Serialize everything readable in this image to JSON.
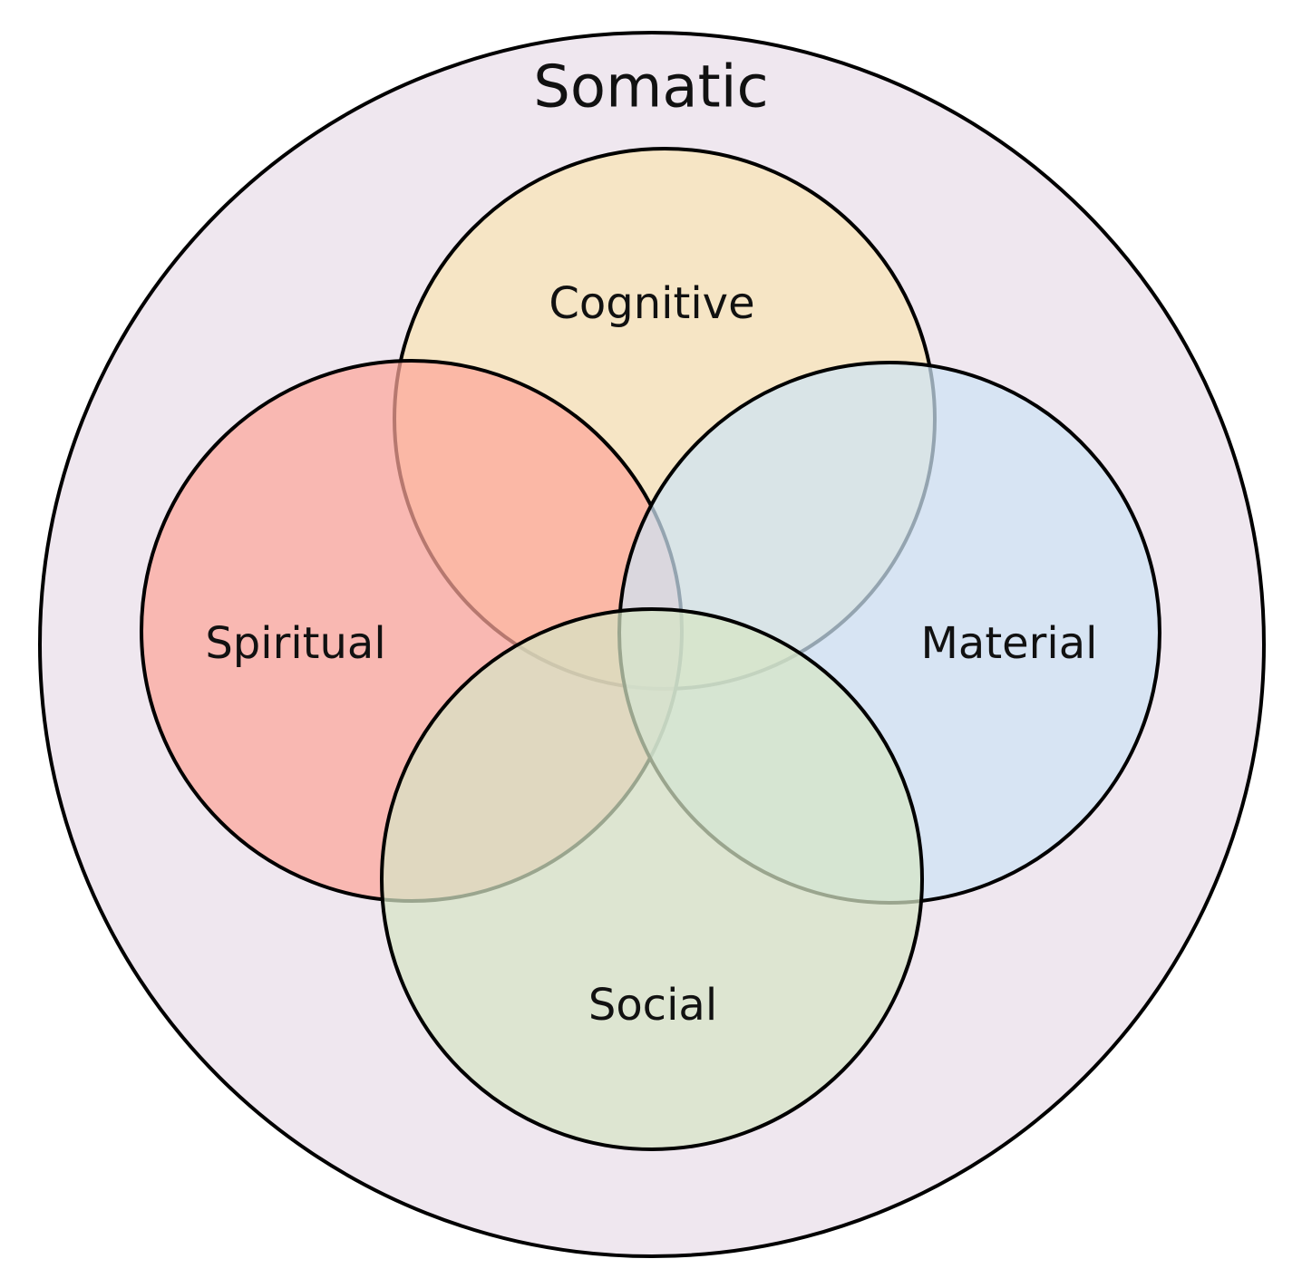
{
  "diagram": {
    "outer": {
      "label": "Somatic",
      "color": "#efe7ef"
    },
    "circles": [
      {
        "id": "cognitive",
        "label": "Cognitive",
        "color": "#f7e4b8"
      },
      {
        "id": "spiritual",
        "label": "Spiritual",
        "color": "#fca69a"
      },
      {
        "id": "material",
        "label": "Material",
        "color": "#cde3f4"
      },
      {
        "id": "social",
        "label": "Social",
        "color": "#d6e5c5"
      }
    ]
  }
}
